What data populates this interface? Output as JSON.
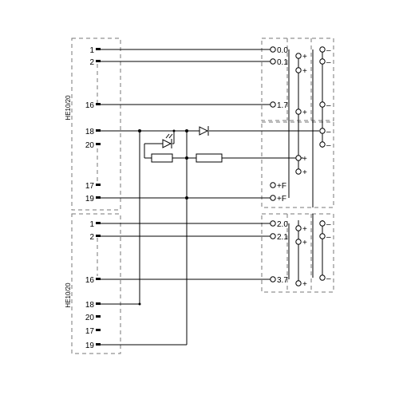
{
  "connectors": [
    {
      "label": "HE10/20",
      "pins": {
        "p1": "1",
        "p2": "2",
        "p16": "16",
        "p18": "18",
        "p20": "20",
        "p17": "17",
        "p19": "19"
      }
    },
    {
      "label": "HE10/20",
      "pins": {
        "p1": "1",
        "p2": "2",
        "p16": "16",
        "p18": "18",
        "p20": "20",
        "p17": "17",
        "p19": "19"
      }
    }
  ],
  "terminals": {
    "top": {
      "t0": "0.0",
      "t1": "0.1",
      "t7": "1.7"
    },
    "mid": {
      "f1": "+F",
      "f2": "+F"
    },
    "bottom": {
      "t0": "2.0",
      "t1": "2.1",
      "t7": "3.7"
    },
    "plus": "+",
    "minus": "–"
  }
}
